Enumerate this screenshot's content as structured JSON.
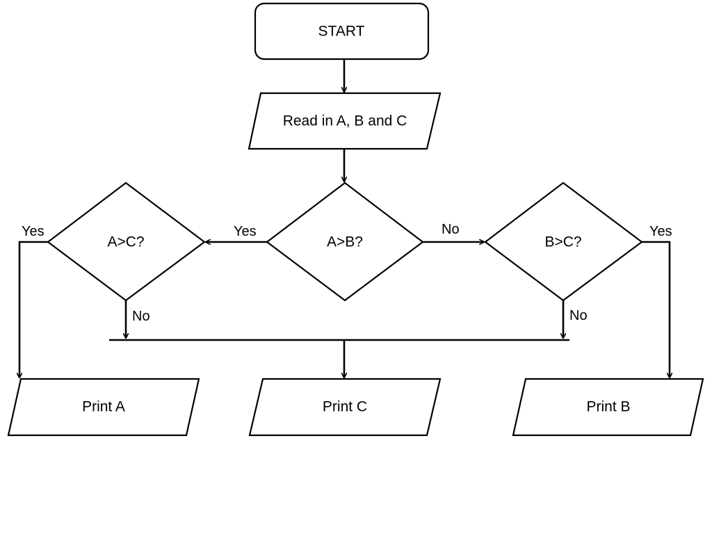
{
  "nodes": {
    "start": "START",
    "read_input": "Read in A, B and C",
    "decision_ab": "A>B?",
    "decision_ac": "A>C?",
    "decision_bc": "B>C?",
    "print_a": "Print A",
    "print_c": "Print C",
    "print_b": "Print B"
  },
  "edges": {
    "ab_yes": "Yes",
    "ab_no": "No",
    "ac_yes": "Yes",
    "ac_no": "No",
    "bc_yes": "Yes",
    "bc_no": "No"
  },
  "colors": {
    "stroke": "#000000",
    "fill": "#ffffff"
  }
}
